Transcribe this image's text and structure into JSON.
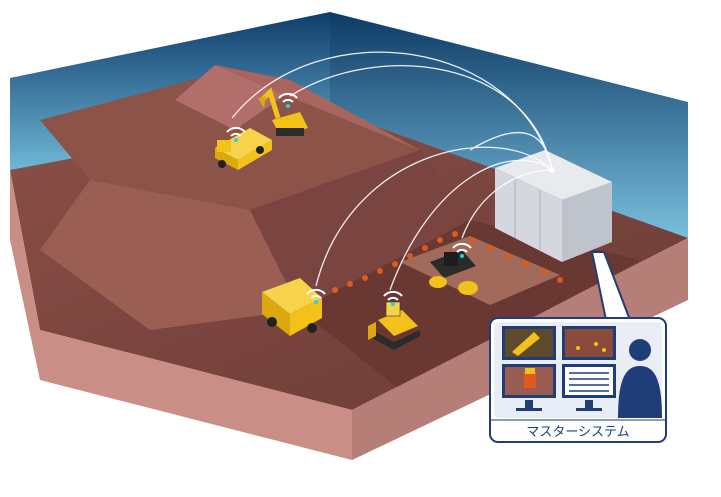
{
  "panel": {
    "label": "マスターシステム"
  },
  "colors": {
    "sky_top": "#0f3d6b",
    "sky_bottom": "#6fb7d6",
    "ground_top": "#7b4a42",
    "ground_light": "#a56b5a",
    "ground_side_left": "#c98f86",
    "ground_side_right": "#b57f77",
    "machine_yellow": "#f2c21b",
    "link_white": "#ffffff",
    "panel_border": "#1f3e78",
    "operator": "#1f3e78",
    "cone": "#e05a1b"
  },
  "icons": {
    "wifi": "wifi-icon",
    "operator": "operator-silhouette-icon",
    "monitor": "monitor-icon"
  },
  "machines": [
    "dump-truck-top",
    "excavator",
    "dump-truck-bottom",
    "bulldozer",
    "road-roller"
  ]
}
